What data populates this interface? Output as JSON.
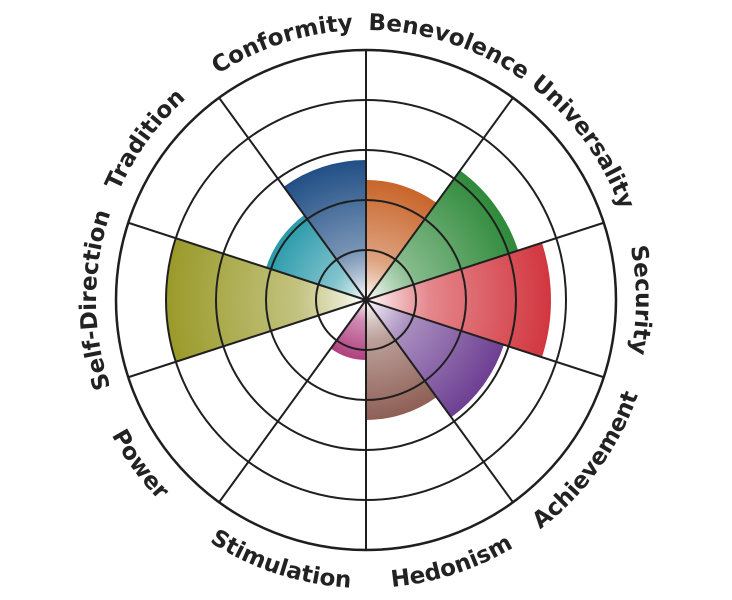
{
  "chart_data": {
    "type": "polar_area",
    "title": "",
    "rings": 6,
    "grid": true,
    "legend": "none",
    "categories": [
      "Benevolence",
      "Universality",
      "Security",
      "Achievement",
      "Hedonism",
      "Stimulation",
      "Power",
      "Self-Direction",
      "Tradition",
      "Conformity"
    ],
    "values": [
      2.4,
      3.2,
      3.7,
      2.9,
      2.4,
      1.2,
      0.0,
      4.0,
      2.1,
      2.8
    ],
    "colors": [
      "#c8652a",
      "#2f8a3a",
      "#d2363f",
      "#6d3f92",
      "#8e5f55",
      "#b0407f",
      "#3a7f7f",
      "#9a9a2a",
      "#2a9aaa",
      "#214f86"
    ]
  }
}
